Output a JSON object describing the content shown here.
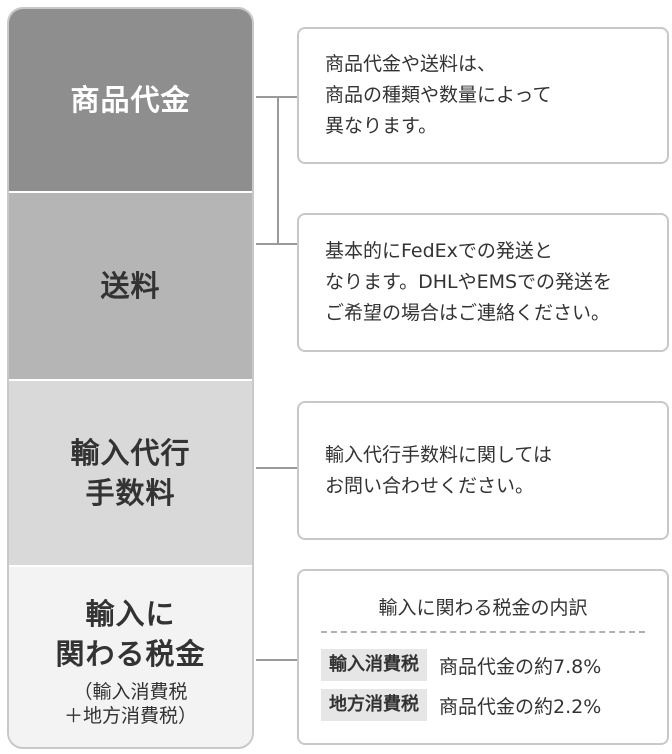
{
  "left_blocks": {
    "product": {
      "line1": "商品代金"
    },
    "shipping": {
      "line1": "送料"
    },
    "agency_fee": {
      "line1": "輸入代行",
      "line2": "手数料"
    },
    "import_tax": {
      "line1": "輸入に",
      "line2": "関わる税金",
      "sub1": "（輸入消費税",
      "sub2": "＋地方消費税）"
    }
  },
  "boxes": {
    "product_shipping": {
      "lines": [
        "商品代金や送料は、",
        "商品の種類や数量によって",
        "異なります。"
      ]
    },
    "shipping": {
      "lines": [
        "基本的にFedExでの発送と",
        "なります。DHLやEMSでの発送を",
        "ご希望の場合はご連絡ください。"
      ]
    },
    "agency_fee": {
      "lines": [
        "輸入代行手数料に関しては",
        "お問い合わせください。"
      ]
    },
    "tax": {
      "title": "輸入に関わる税金の内訳",
      "rows": [
        {
          "label": "輸入消費税",
          "value": "商品代金の約7.8%"
        },
        {
          "label": "地方消費税",
          "value": "商品代金の約2.2%"
        }
      ]
    }
  },
  "colors": {
    "block1": "#8e8e8e",
    "block2": "#b5b5b5",
    "block3": "#d9d9d9",
    "block4": "#f3f3f3",
    "border": "#c8c8c8"
  }
}
